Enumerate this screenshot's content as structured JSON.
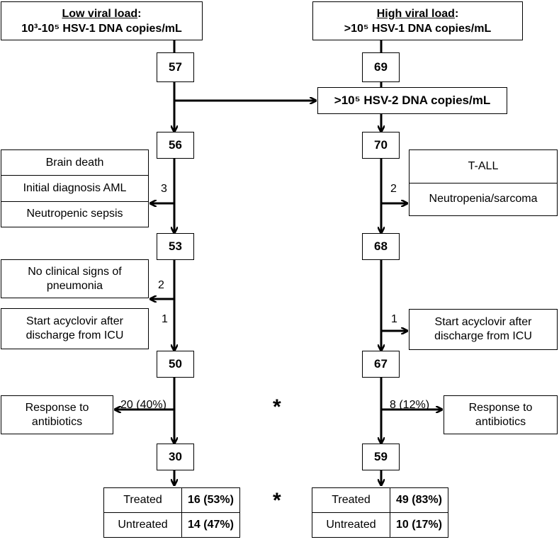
{
  "left": {
    "header_title": "Low viral load",
    "header_colon": ":",
    "header_sub": "10³-10⁵ HSV-1 DNA copies/mL",
    "counts": [
      "57",
      "56",
      "53",
      "50",
      "30"
    ],
    "excl1": {
      "items": [
        "Brain death",
        "Initial diagnosis AML",
        "Neutropenic sepsis"
      ],
      "n": "3"
    },
    "excl2a": {
      "text": "No clinical signs of pneumonia",
      "n": "2"
    },
    "excl2b": {
      "text": "Start acyclovir after discharge from ICU",
      "n": "1"
    },
    "excl3": {
      "text": "Response to antibiotics",
      "n": "20 (40%)"
    },
    "result": [
      {
        "label": "Treated",
        "value": "16 (53%)"
      },
      {
        "label": "Untreated",
        "value": "14 (47%)"
      }
    ]
  },
  "right": {
    "header_title": "High viral load",
    "header_colon": ":",
    "header_sub": ">10⁵ HSV-1 DNA copies/mL",
    "counts": [
      "69",
      "70",
      "68",
      "67",
      "59"
    ],
    "hsv2": ">10⁵ HSV-2 DNA copies/mL",
    "excl1": {
      "items": [
        "T-ALL",
        "Neutropenia/sarcoma"
      ],
      "n": "2"
    },
    "excl2": {
      "text": "Start acyclovir after discharge from ICU",
      "n": "1"
    },
    "excl3": {
      "text": "Response to antibiotics",
      "n": "8 (12%)"
    },
    "result": [
      {
        "label": "Treated",
        "value": "49 (83%)"
      },
      {
        "label": "Untreated",
        "value": "10 (17%)"
      }
    ]
  },
  "significance": [
    "*",
    "*"
  ]
}
